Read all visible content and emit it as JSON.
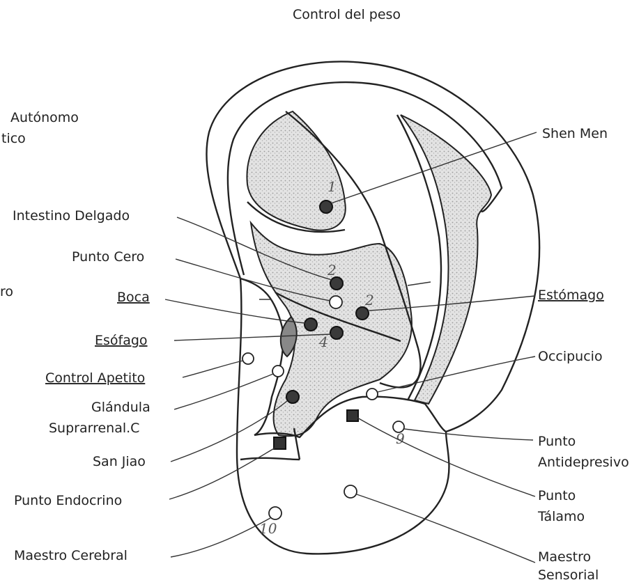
{
  "title": "Control del peso",
  "partial_labels": {
    "autonomo_line1": "Autónomo",
    "autonomo_line2": "tico",
    "ro": "ro"
  },
  "labels": {
    "shen_men": "Shen Men",
    "intestino_delgado": "Intestino Delgado",
    "punto_cero": "Punto Cero",
    "boca": "Boca",
    "estomago": "Estómago",
    "esofago": "Esófago",
    "occipucio": "Occipucio",
    "control_apetito": "Control Apetito",
    "glandula_line1": "Glándula",
    "glandula_line2": "Suprarrenal.C",
    "san_jiao": "San Jiao",
    "antidepresivo_line1": "Punto",
    "antidepresivo_line2": "Antidepresivo",
    "endocrino": "Punto Endocrino",
    "talamo_line1": "Punto",
    "talamo_line2": "Tálamo",
    "maestro_cerebral": "Maestro Cerebral",
    "maestro_sensorial_line1": "Maestro",
    "maestro_sensorial_line2": "Sensorial"
  },
  "handwritten_numbers": {
    "n1": "1",
    "n2a": "2",
    "n2b": "2",
    "n3": "4",
    "n9": "9",
    "n10": "10"
  },
  "colors": {
    "ink": "#222222",
    "shade": "#d9d9d9",
    "point_filled": "#3a3a3a"
  }
}
